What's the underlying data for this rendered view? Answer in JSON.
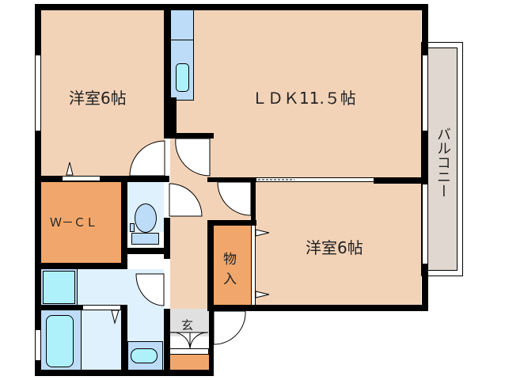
{
  "floorplan": {
    "colors": {
      "room": "#f2d3b8",
      "storage": "#f1a76b",
      "wet": "#dff1fd",
      "fixture_blue": "#bcdcf8",
      "fixture_cyan": "#aef1fb",
      "entry": "#e0e0e0",
      "balcony": "#e0d8d0",
      "wall": "#000000"
    },
    "rooms": [
      {
        "id": "western-room-1",
        "label": "洋室6帖"
      },
      {
        "id": "ldk",
        "label": "ＬＤＫ11.５帖"
      },
      {
        "id": "western-room-2",
        "label": "洋室6帖"
      },
      {
        "id": "walk-in-closet",
        "label": "Ｗ－ＣＬ"
      },
      {
        "id": "storage",
        "label_line1": "物",
        "label_line2": "入"
      },
      {
        "id": "entrance",
        "label": "玄"
      },
      {
        "id": "balcony",
        "label": "バルコニー"
      }
    ]
  }
}
